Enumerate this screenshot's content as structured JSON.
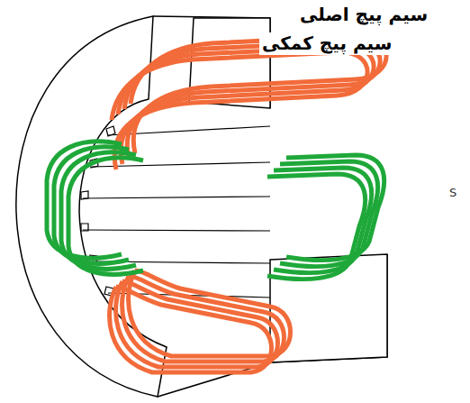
{
  "diagram": {
    "labels": [
      "سیم پیچ اصلی",
      "سیم پیچ کمکی",
      "S"
    ]
  }
}
